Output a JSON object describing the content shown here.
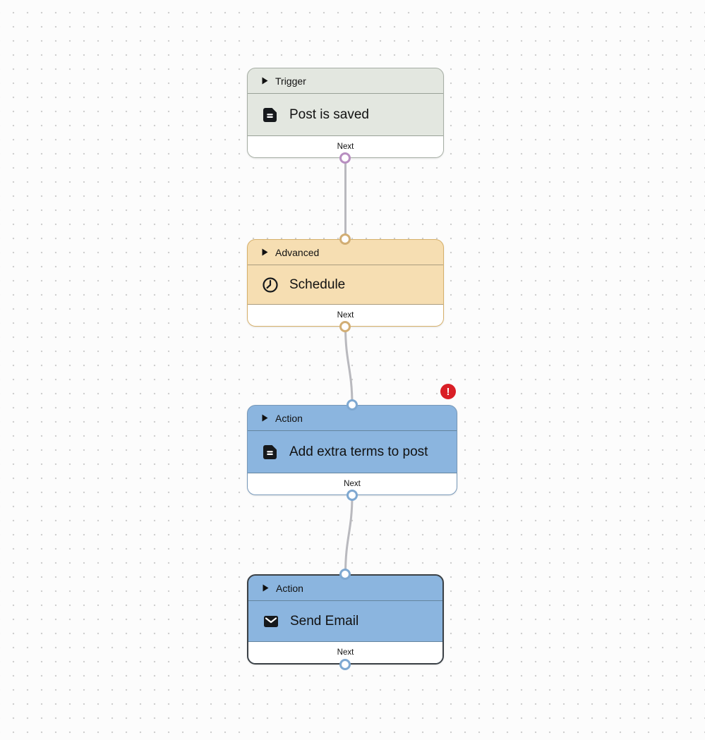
{
  "canvas": {
    "nodes": [
      {
        "id": "trigger",
        "category": "Trigger",
        "title": "Post is saved",
        "footer": "Next",
        "icon": "document-icon",
        "theme": {
          "bg": "#e3e7e0",
          "border": "#a6aea4",
          "divider": "#99a197",
          "port": "#b88fc1"
        }
      },
      {
        "id": "advanced",
        "category": "Advanced",
        "title": "Schedule",
        "footer": "Next",
        "icon": "clock-icon",
        "theme": {
          "bg": "#f6deb2",
          "border": "#d6b06a",
          "divider": "#ab9c7e",
          "port": "#d2ae74"
        }
      },
      {
        "id": "action-add-extra-terms",
        "category": "Action",
        "title": "Add extra terms to post",
        "footer": "Next",
        "icon": "document-icon",
        "error_badge": "!",
        "theme": {
          "bg": "#8bb5df",
          "border": "#7697b8",
          "divider": "#64849e",
          "port": "#7ea8d1"
        }
      },
      {
        "id": "action-send-email",
        "category": "Action",
        "title": "Send Email",
        "footer": "Next",
        "icon": "mail-icon",
        "selected": true,
        "theme": {
          "bg": "#8bb5df",
          "border": "#3a4045",
          "divider": "#64849e",
          "port": "#7ea8d1"
        }
      }
    ],
    "colors": {
      "edge": "#b9b9be",
      "error_badge_bg": "#d91f26",
      "error_badge_fg": "#ffffff"
    }
  }
}
